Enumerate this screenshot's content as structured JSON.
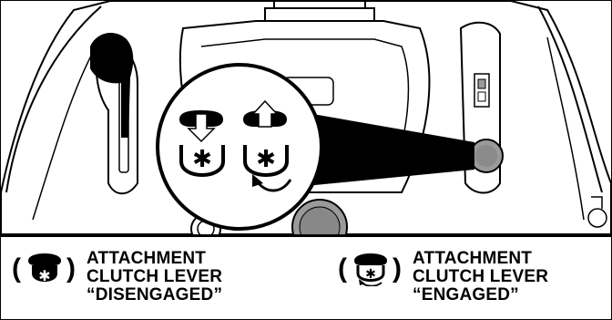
{
  "legend": {
    "disengaged": {
      "line1": "ATTACHMENT",
      "line2": "CLUTCH LEVER",
      "line3": "“DISENGAGED”",
      "icon": "lever-up-blade-icon"
    },
    "engaged": {
      "line1": "ATTACHMENT",
      "line2": "CLUTCH LEVER",
      "line3": "“ENGAGED”",
      "icon": "lever-down-blade-rotating-icon"
    }
  },
  "colors": {
    "ink": "#000000",
    "paper": "#ffffff",
    "shade": "#9a9a9a"
  }
}
